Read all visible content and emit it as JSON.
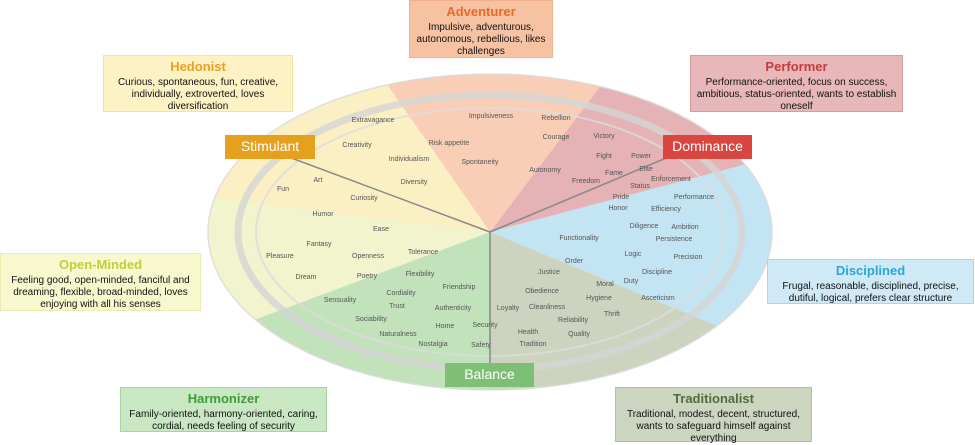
{
  "axes": {
    "stimulant": "Stimulant",
    "dominance": "Dominance",
    "balance": "Balance"
  },
  "types": {
    "adventurer": {
      "title": "Adventurer",
      "desc": "Impulsive, adventurous, autonomous, rebellious, likes challenges"
    },
    "hedonist": {
      "title": "Hedonist",
      "desc": "Curious, spontaneous, fun, creative, individually, extroverted, loves diversification"
    },
    "performer": {
      "title": "Performer",
      "desc": "Performance-oriented, focus on success, ambitious, status-oriented, wants to establish oneself"
    },
    "open_minded": {
      "title": "Open-Minded",
      "desc": "Feeling good, open-minded, fanciful and dreaming, flexible, broad-minded, loves enjoying with all his senses"
    },
    "disciplined": {
      "title": "Disciplined",
      "desc": "Frugal, reasonable, disciplined, precise, dutiful, logical, prefers clear structure"
    },
    "harmonizer": {
      "title": "Harmonizer",
      "desc": "Family-oriented, harmony-oriented, caring, cordial, needs feeling of security"
    },
    "traditionalist": {
      "title": "Traditionalist",
      "desc": "Traditional, modest, decent, structured, wants to safeguard himself against everything"
    }
  },
  "colors": {
    "adventurer": "#f7c7a9",
    "hedonist": "#faedb8",
    "performer": "#e0a4a8",
    "open_minded": "#eef2c4",
    "disciplined": "#b8dff0",
    "harmonizer": "#b7ddb0",
    "traditionalist": "#c3cdb5",
    "stimulant_tag": "#e5a01e",
    "dominance_tag": "#d9453f",
    "balance_tag": "#7dbf74"
  },
  "words": {
    "adventurer": [
      "Impulsiveness",
      "Rebellion",
      "Risk appetite",
      "Courage",
      "Spontaneity",
      "Autonomy"
    ],
    "hedonist": [
      "Extravagance",
      "Creativity",
      "Individualism",
      "Art",
      "Diversity",
      "Fun",
      "Curiosity"
    ],
    "performer": [
      "Victory",
      "Fight",
      "Power",
      "Fame",
      "Freedom",
      "Elite",
      "Enforcement",
      "Status",
      "Pride",
      "Performance"
    ],
    "open_minded": [
      "Humor",
      "Ease",
      "Fantasy",
      "Openness",
      "Pleasure",
      "Tolerance",
      "Dream",
      "Poetry",
      "Flexibility",
      "Sensuality"
    ],
    "disciplined": [
      "Honor",
      "Efficiency",
      "Diligence",
      "Ambition",
      "Functionality",
      "Persistence",
      "Logic",
      "Precision",
      "Order",
      "Discipline",
      "Duty",
      "Asceticism"
    ],
    "harmonizer": [
      "Friendship",
      "Cordiality",
      "Trust",
      "Authenticity",
      "Sociability",
      "Home",
      "Naturalness",
      "Nostalgia",
      "Security",
      "Safety"
    ],
    "traditionalist": [
      "Justice",
      "Moral",
      "Obedience",
      "Hygiene",
      "Loyalty",
      "Cleanliness",
      "Thrift",
      "Reliability",
      "Health",
      "Quality",
      "Tradition"
    ]
  }
}
